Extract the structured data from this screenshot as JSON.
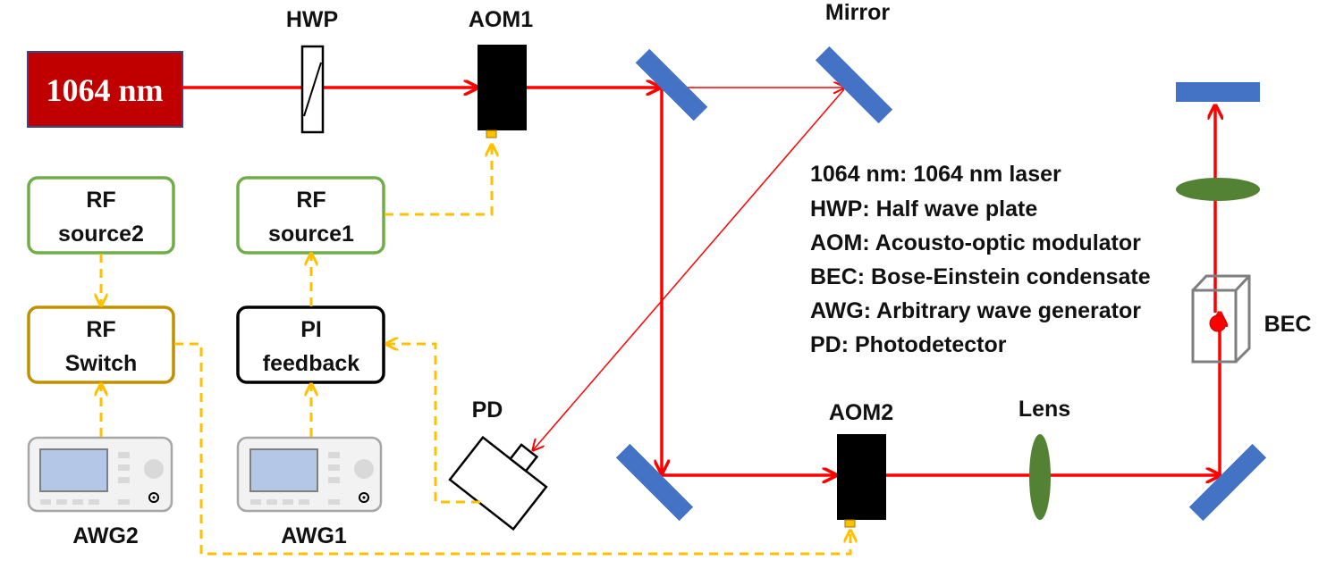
{
  "laser": {
    "label": "1064 nm"
  },
  "components": {
    "hwp": "HWP",
    "aom1": "AOM1",
    "aom2": "AOM2",
    "mirror": "Mirror",
    "pd": "PD",
    "lens": "Lens",
    "bec": "BEC",
    "awg1": "AWG1",
    "awg2": "AWG2"
  },
  "boxes": {
    "rf_source2": [
      "RF",
      "source2"
    ],
    "rf_source1": [
      "RF",
      "source1"
    ],
    "rf_switch": [
      "RF",
      "Switch"
    ],
    "pi_feedback": [
      "PI",
      "feedback"
    ]
  },
  "legend": [
    "1064 nm: 1064 nm laser",
    "HWP: Half wave plate",
    "AOM: Acousto-optic modulator",
    "BEC: Bose-Einstein condensate",
    "AWG: Arbitrary wave generator",
    "PD: Photodetector"
  ],
  "colors": {
    "laser_fill": "#C00000",
    "laser_border": "#2E4A8A",
    "beam": "#FF0000",
    "signal": "#FFC000",
    "mirror": "#4472C4",
    "lens": "#548235",
    "rf_box": "#70AD47",
    "switch_box": "#BF9000",
    "pi_box": "#000000"
  }
}
